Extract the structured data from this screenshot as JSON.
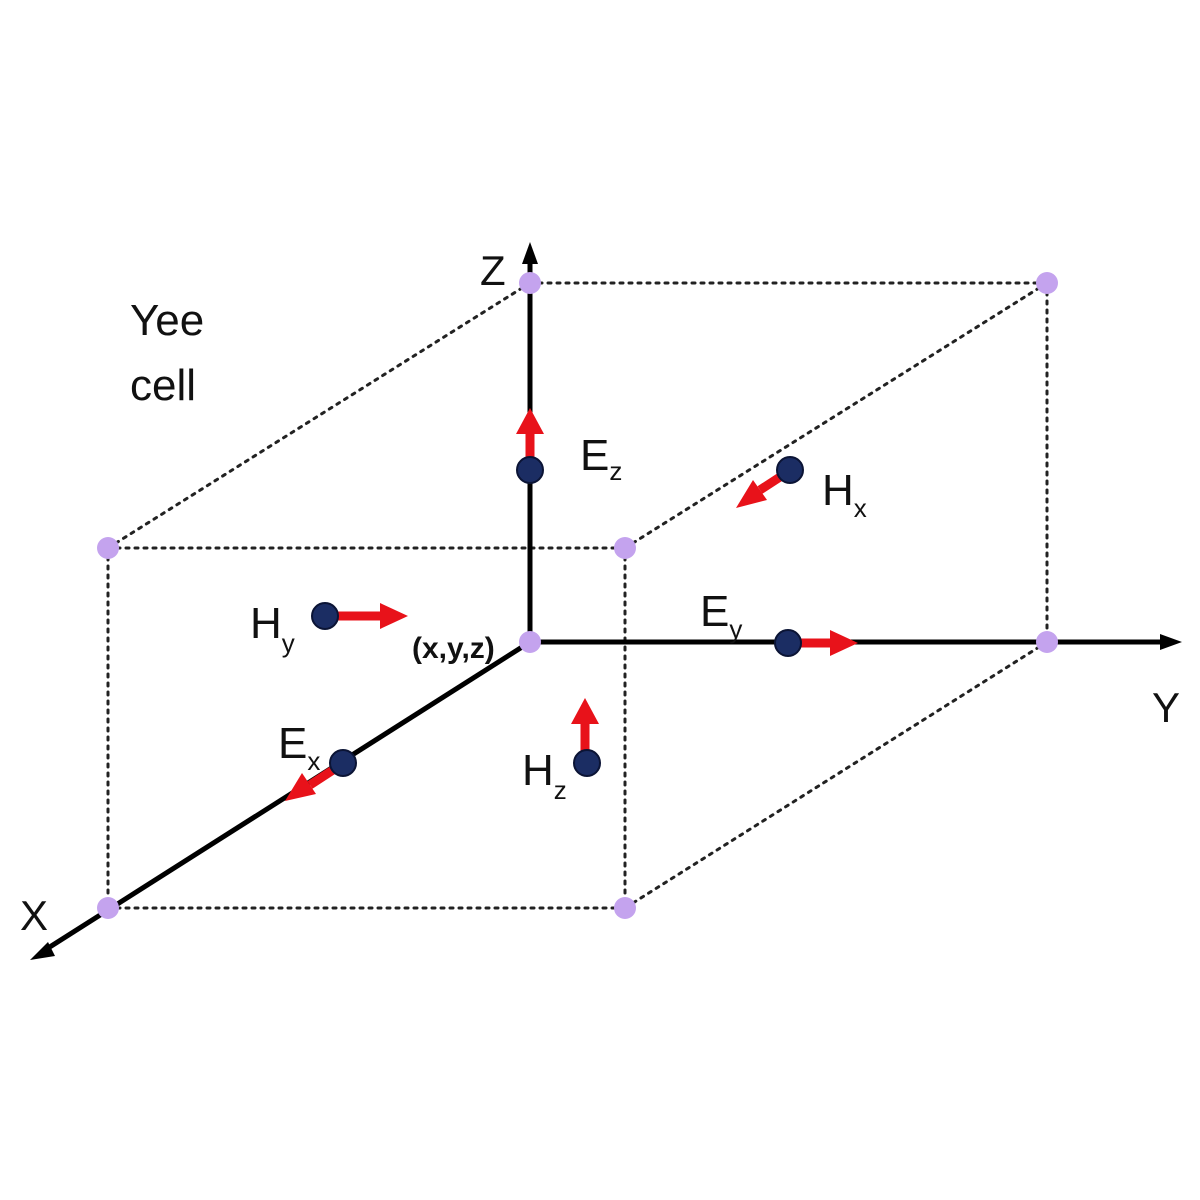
{
  "caption": {
    "line1": "Yee",
    "line2": "cell"
  },
  "axes": {
    "x": "X",
    "y": "Y",
    "z": "Z"
  },
  "origin_label": "(x,y,z)",
  "fields": {
    "Ez": {
      "base": "E",
      "sub": "z"
    },
    "Hx": {
      "base": "H",
      "sub": "x"
    },
    "Hy": {
      "base": "H",
      "sub": "y"
    },
    "Ey": {
      "base": "E",
      "sub": "y"
    },
    "Ex": {
      "base": "E",
      "sub": "x"
    },
    "Hz": {
      "base": "H",
      "sub": "z"
    }
  },
  "colors": {
    "arrow": "#e8121a",
    "node": "#1b2d63",
    "vertex": "#c4a3ee",
    "axis": "#000000",
    "edge": "#222222"
  }
}
